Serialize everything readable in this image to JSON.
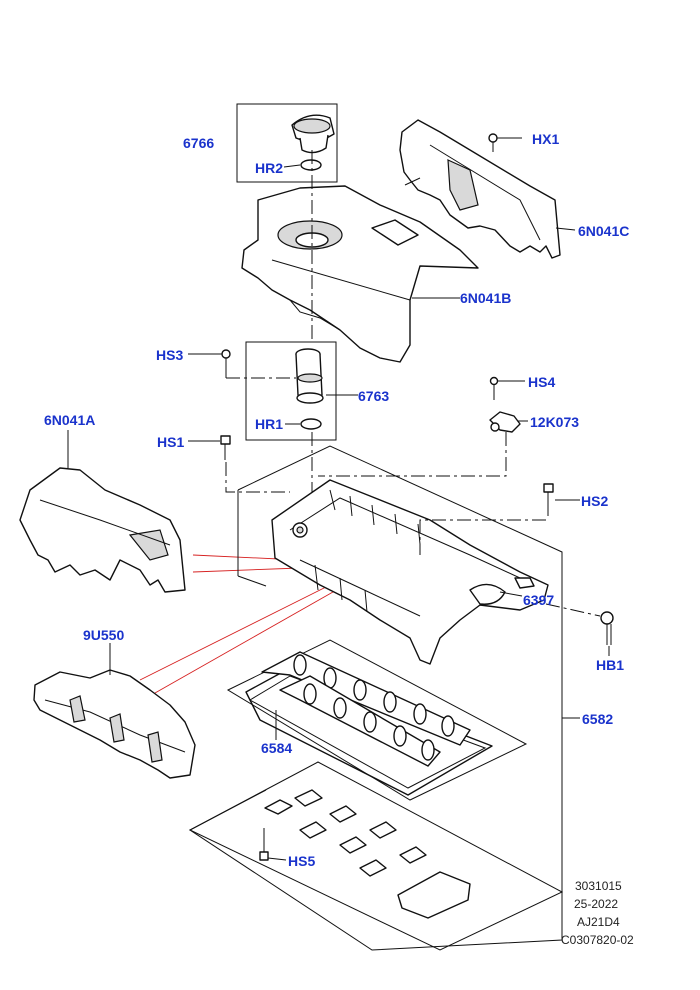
{
  "colors": {
    "callout": "#1a33cc",
    "reference": "#222222",
    "leader": "#111111",
    "highlight_line": "#d62020",
    "background": "#ffffff"
  },
  "callouts": {
    "c6766": "6766",
    "hx1": "HX1",
    "hr2": "HR2",
    "c6n041c": "6N041C",
    "c6n041b": "6N041B",
    "hs3": "HS3",
    "c6763": "6763",
    "hs4": "HS4",
    "hr1": "HR1",
    "c6n041a": "6N041A",
    "c12k073": "12K073",
    "hs1": "HS1",
    "hs2": "HS2",
    "c6397": "6397",
    "c9u550": "9U550",
    "hb1": "HB1",
    "c6582": "6582",
    "c6584": "6584",
    "hs5": "HS5"
  },
  "reference": {
    "line1": "3031015",
    "line2": "25-2022",
    "line3": "AJ21D4",
    "line4": "C0307820-02"
  }
}
